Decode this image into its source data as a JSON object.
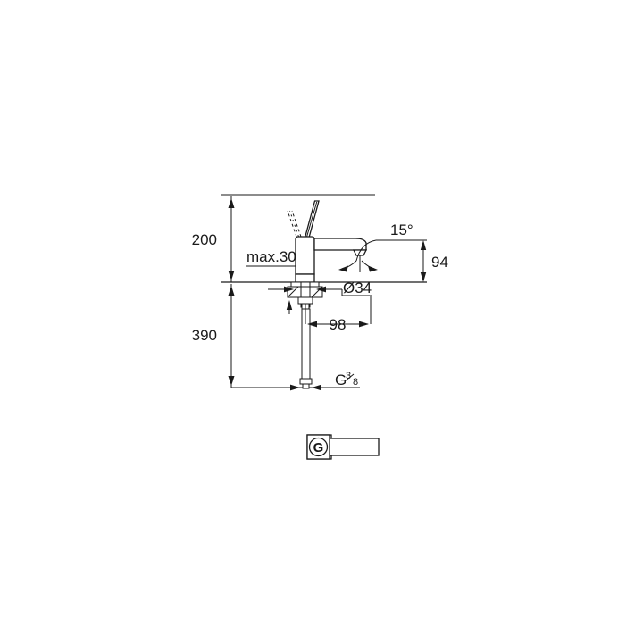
{
  "document": {
    "type": "technical-dimension-drawing",
    "subject": "single-lever basin mixer tap",
    "background_color": "#ffffff",
    "line_color": "#1a1a1a"
  },
  "dimensions": {
    "height_above_counter": "200",
    "max_counter_thickness": "max.30",
    "hose_length_below": "390",
    "spout_projection": "94",
    "swivel_angle": "15°",
    "base_diameter": "Ø34",
    "shank_to_hose_offset": "98",
    "thread_letter": "G",
    "thread_numerator": "3",
    "thread_denominator": "8"
  },
  "brand": {
    "logo_mark": "grohe-logo-icon",
    "logo_letter": "G"
  },
  "icons": {
    "arrow_down": "arrow-down-icon",
    "arrow_up": "arrow-up-icon",
    "arrow_left": "arrow-left-icon",
    "arrow_right": "arrow-right-icon",
    "swivel_arrow": "curved-swivel-arrow-icon",
    "lever_phantom": "lever-phantom-position-icon"
  }
}
